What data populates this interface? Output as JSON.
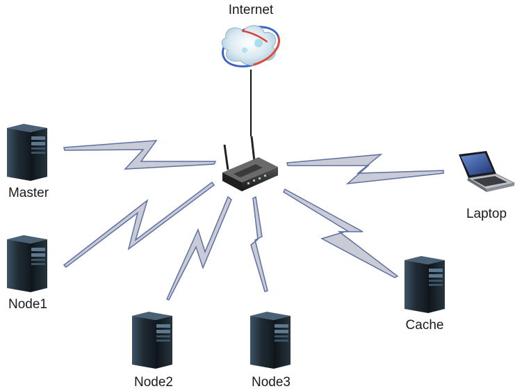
{
  "diagram": {
    "nodes": {
      "internet": {
        "label": "Internet",
        "icon": "cloud-globe-icon"
      },
      "router": {
        "label": "",
        "icon": "wireless-router-icon"
      },
      "master": {
        "label": "Master",
        "icon": "server-tower-icon"
      },
      "node1": {
        "label": "Node1",
        "icon": "server-tower-icon"
      },
      "node2": {
        "label": "Node2",
        "icon": "server-tower-icon"
      },
      "node3": {
        "label": "Node3",
        "icon": "server-tower-icon"
      },
      "cache": {
        "label": "Cache",
        "icon": "server-tower-icon"
      },
      "laptop": {
        "label": "Laptop",
        "icon": "laptop-icon"
      }
    },
    "edges": [
      {
        "from": "router",
        "to": "internet",
        "type": "wired"
      },
      {
        "from": "router",
        "to": "master",
        "type": "wireless"
      },
      {
        "from": "router",
        "to": "node1",
        "type": "wireless"
      },
      {
        "from": "router",
        "to": "node2",
        "type": "wireless"
      },
      {
        "from": "router",
        "to": "node3",
        "type": "wireless"
      },
      {
        "from": "router",
        "to": "cache",
        "type": "wireless"
      },
      {
        "from": "router",
        "to": "laptop",
        "type": "wireless"
      }
    ],
    "colors": {
      "wireless_fill": "#c9ccd6",
      "wireless_stroke": "#5d6fa3",
      "wired_line": "#111111",
      "server_body": "#1f2a33",
      "server_highlight": "#5e7890",
      "router_body": "#2b2b2b",
      "laptop_screen": "#2a4a8c"
    }
  }
}
